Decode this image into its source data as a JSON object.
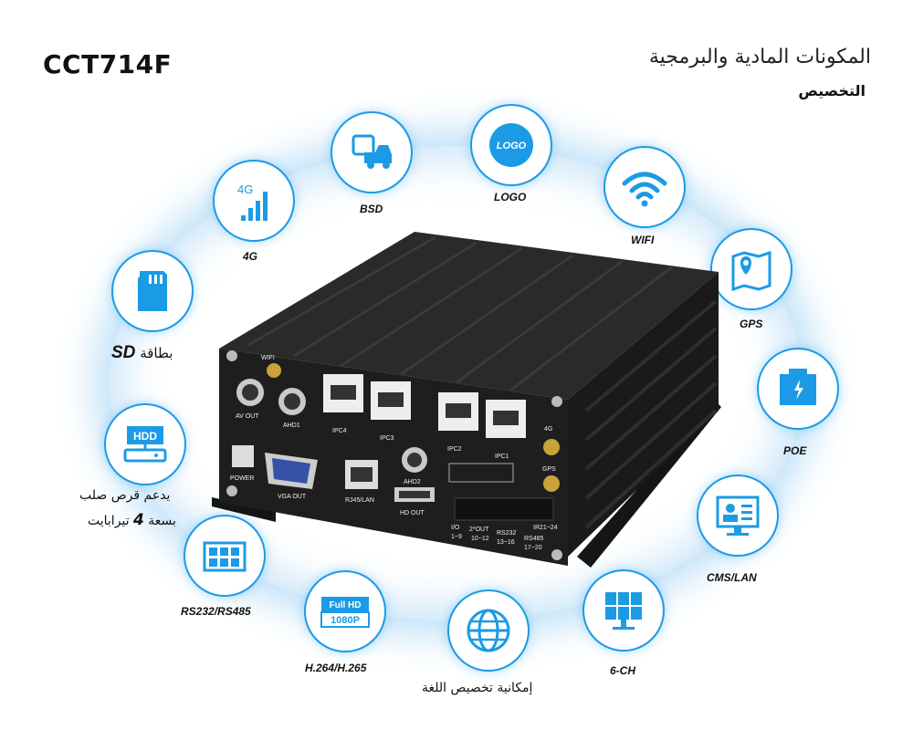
{
  "header": {
    "model": "CCT714F",
    "title_ar": "المكونات المادية والبرمجية",
    "subtitle_ar": "التخصيص"
  },
  "features": {
    "g4": "4G",
    "bsd": "BSD",
    "logo": "LOGO",
    "logo_badge": "LOGO",
    "wifi": "WIFI",
    "gps": "GPS",
    "poe": "POE",
    "cms": "CMS/LAN",
    "ch6": "6-CH",
    "lang": "إمكانية تخصيص اللغة",
    "h264": "H.264/H.265",
    "rs": "RS232/RS485",
    "hdd_line1": "يدعم قرص صلب",
    "hdd_line2_pre": "بسعة ",
    "hdd_line2_num": "4",
    "hdd_line2_post": " تيرابايت",
    "sd_word": "SD",
    "sd_ar": "بطاقة",
    "hdd_badge": "HDD",
    "fullhd_top": "Full HD",
    "fullhd_bottom": "1080P",
    "g4_icon_text": "4G"
  },
  "device": {
    "wifi": "WIFI",
    "av_out": "AV OUT",
    "ahd1": "AHD1",
    "ipc4": "IPC4",
    "ipc3": "IPC3",
    "ipc2": "IPC2",
    "ipc1": "IPC1",
    "g4": "4G",
    "gps": "GPS",
    "power": "POWER",
    "vga_out": "VGA OUT",
    "rj45": "RJ45/LAN",
    "ahd2": "AHD2",
    "hd_out": "HD OUT",
    "io": "I/O",
    "io_range": "1~9",
    "out": "2*OUT",
    "out_range": "10~12",
    "rs232": "RS232",
    "rs232_range": "13~16",
    "rs485": "RS485",
    "rs485_range": "17~20",
    "ir": "IR21~24"
  },
  "colors": {
    "accent": "#1b9be6",
    "device": "#1e1e1e"
  }
}
